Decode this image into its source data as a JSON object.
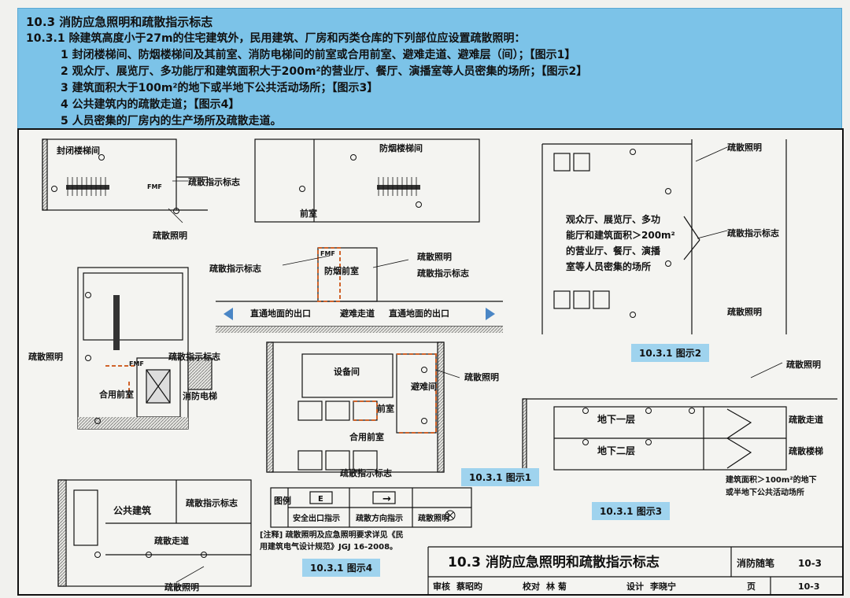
{
  "header": {
    "lines": [
      "10.3  消防应急照明和疏散指示标志",
      "10.3.1  除建筑高度小于27m的住宅建筑外，民用建筑、厂房和丙类仓库的下列部位应设置疏散照明：",
      "1  封闭楼梯间、防烟楼梯间及其前室、消防电梯间的前室或合用前室、避难走道、避难层（间）；【图示1】",
      "2  观众厅、展览厅、多功能厅和建筑面积大于200m²的营业厅、餐厅、演播室等人员密集的场所；【图示2】",
      "3  建筑面积大于100m²的地下或半地下公共活动场所；【图示3】",
      "4  公共建筑内的疏散走道；【图示4】",
      "5  人员密集的厂房内的生产场所及疏散走道。"
    ]
  },
  "figure1": {
    "enclosed_stair": "封闭楼梯间",
    "smoke_stair": "防烟楼梯间",
    "evac_sign": "疏散指示标志",
    "evac_light": "疏散照明",
    "anteroom": "前室",
    "smoke_anteroom": "防烟前室",
    "direct_exit": "直通地面的出口",
    "refuge_corridor": "避难走道",
    "shared_anteroom": "合用前室",
    "fire_elevator": "消防电梯",
    "equipment_room": "设备间",
    "refuge_room": "避难间",
    "fm": "FMF",
    "caption": "10.3.1  图示1"
  },
  "figure2": {
    "evac_light": "疏散照明",
    "evac_sign": "疏散指示标志",
    "hall_lines": [
      "观众厅、展览厅、多功",
      "能厅和建筑面积＞200m²",
      "的营业厅、餐厅、演播",
      "室等人员密集的场所"
    ],
    "caption": "10.3.1  图示2"
  },
  "figure3": {
    "evac_light": "疏散照明",
    "b1": "地下一层",
    "b2": "地下二层",
    "evac_corridor": "疏散走道",
    "evac_stair": "疏散楼梯",
    "note_lines": [
      "建筑面积＞100m²的地下",
      "或半地下公共活动场所"
    ],
    "caption": "10.3.1  图示3"
  },
  "figure4": {
    "public_building": "公共建筑",
    "evac_sign": "疏散指示标志",
    "evac_corridor": "疏散走道",
    "evac_light": "疏散照明",
    "caption": "10.3.1  图示4"
  },
  "legend": {
    "title": "图例",
    "items": [
      {
        "symbol": "E",
        "label": "安全出口指示"
      },
      {
        "symbol": "→",
        "label": "疏散方向指示"
      },
      {
        "symbol": "⊗",
        "label": "疏散照明"
      }
    ]
  },
  "note": {
    "lines": [
      "[注释] 疏散照明及应急照明要求详见《民",
      "用建筑电气设计规范》JGJ 16-2008。"
    ]
  },
  "titleblock": {
    "title": "10.3  消防应急照明和疏散指示标志",
    "sheet_no": "10-3",
    "review_label": "审核",
    "review_name": "蔡昭昀",
    "check_label": "校对",
    "check_name": "林 菊",
    "design_label": "设计",
    "design_name": "李晓宁",
    "page_label": "页",
    "page_no": "10-3",
    "watermark": "消防随笔"
  },
  "colors": {
    "header_bg": "#7cc3e8",
    "caption_bg": "#9fd3ee",
    "route": "#d0632a"
  }
}
